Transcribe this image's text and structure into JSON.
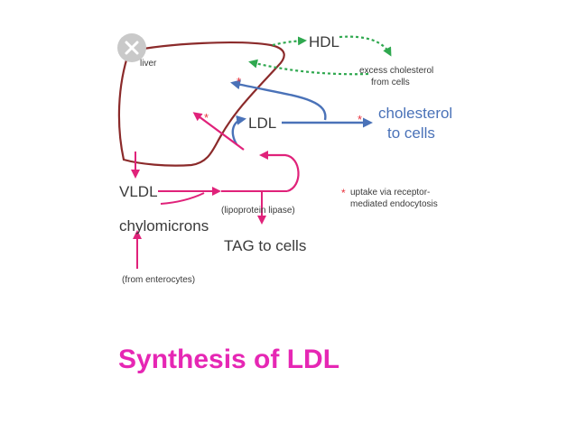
{
  "diagram": {
    "labels": {
      "liver": "liver",
      "hdl": "HDL",
      "excess_line1": "excess cholesterol",
      "excess_line2": "from cells",
      "ldl": "LDL",
      "cholesterol_line1": "cholesterol",
      "cholesterol_line2": "to cells",
      "vldl": "VLDL",
      "lipoprotein_lipase": "(lipoprotein lipase)",
      "chylomicrons": "chylomicrons",
      "tag_to_cells": "TAG to cells",
      "from_enterocytes": "(from enterocytes)",
      "asterisk": "*",
      "uptake_line1": "uptake via receptor-",
      "uptake_line2": "mediated endocytosis"
    },
    "colors": {
      "liver": "#8b2a2a",
      "hdl": "#2fa84f",
      "ldl": "#4a72b8",
      "pathway": "#e0227a",
      "asterisk": "#e8323c",
      "text": "#3a3a3a"
    }
  },
  "close_icon": "close-icon",
  "slide": {
    "title": "Synthesis of LDL",
    "title_color": "#e627b4"
  }
}
